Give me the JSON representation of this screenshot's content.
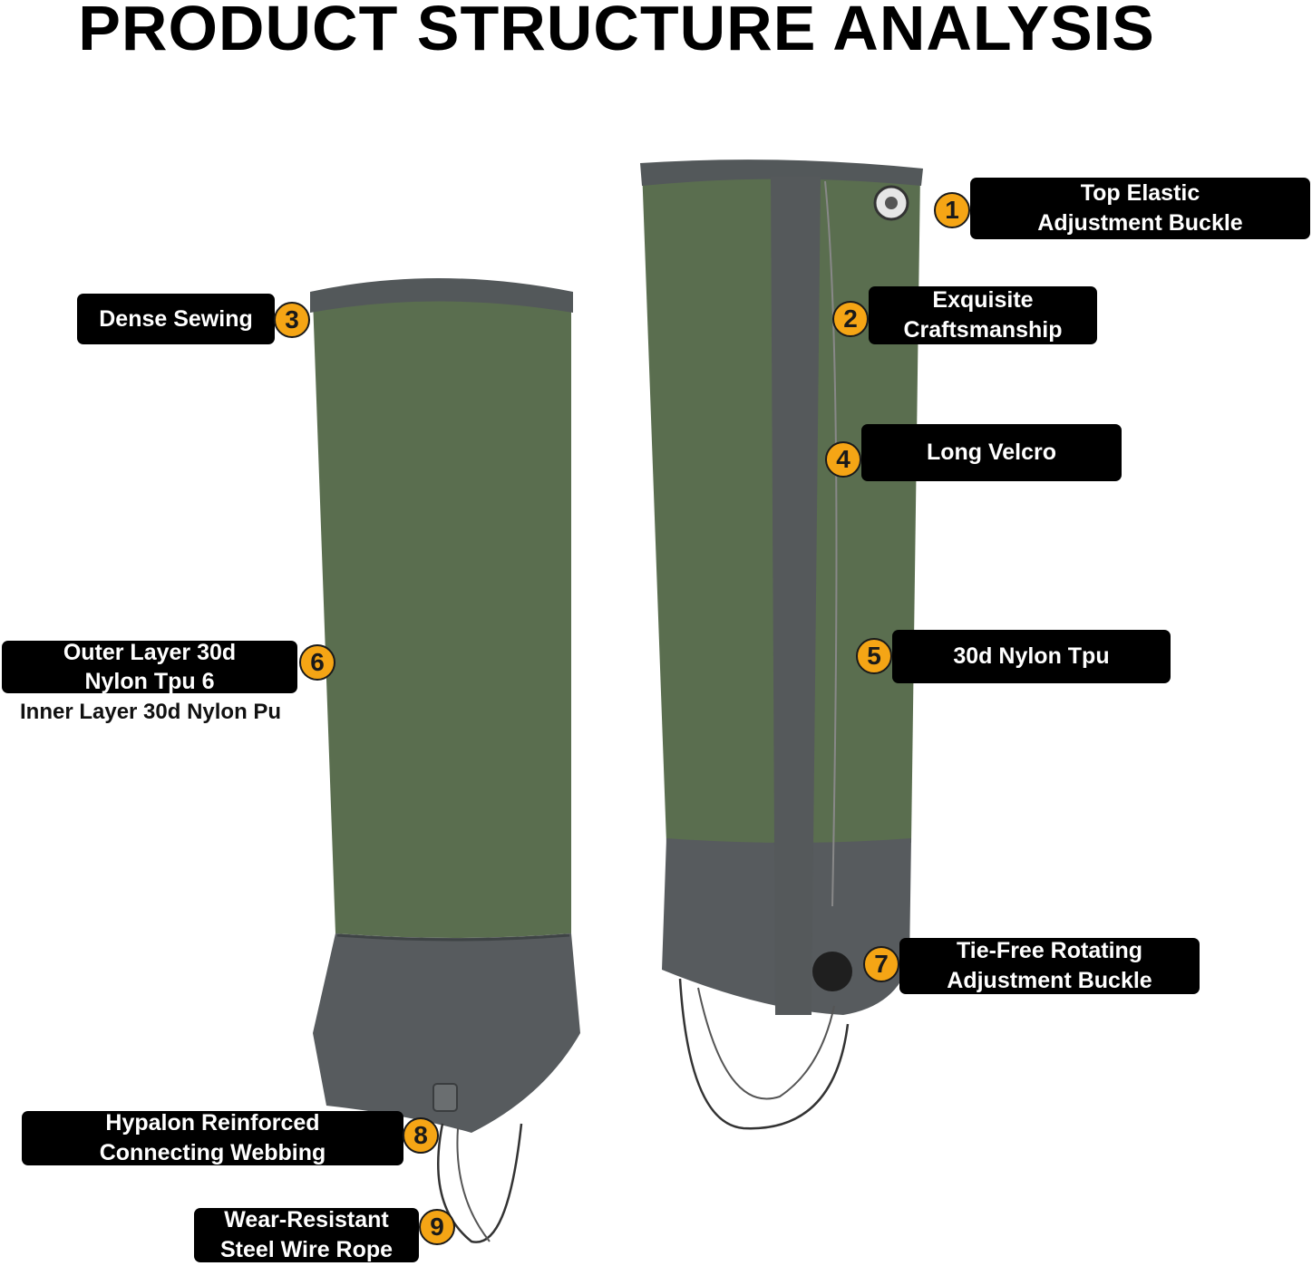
{
  "title": "PRODUCT STRUCTURE ANALYSIS",
  "colors": {
    "fabric_green": "#5a6e4f",
    "fabric_gray": "#575b5e",
    "badge_orange": "#f5a515",
    "label_black": "#000000"
  },
  "annotations": [
    {
      "number": "1",
      "lines": [
        "Top Elastic",
        "Adjustment Buckle"
      ]
    },
    {
      "number": "2",
      "lines": [
        "Exquisite",
        "Craftsmanship"
      ]
    },
    {
      "number": "3",
      "lines": [
        "Dense Sewing"
      ]
    },
    {
      "number": "4",
      "lines": [
        "Long Velcro"
      ]
    },
    {
      "number": "5",
      "lines": [
        "30d Nylon Tpu"
      ]
    },
    {
      "number": "6",
      "lines": [
        "Outer Layer 30d",
        "Nylon Tpu 6"
      ],
      "extra": "Inner Layer 30d Nylon Pu"
    },
    {
      "number": "7",
      "lines": [
        "Tie-Free Rotating",
        "Adjustment Buckle"
      ]
    },
    {
      "number": "8",
      "lines": [
        "Hypalon Reinforced",
        "Connecting Webbing"
      ]
    },
    {
      "number": "9",
      "lines": [
        "Wear-Resistant",
        "Steel Wire Rope"
      ]
    }
  ]
}
